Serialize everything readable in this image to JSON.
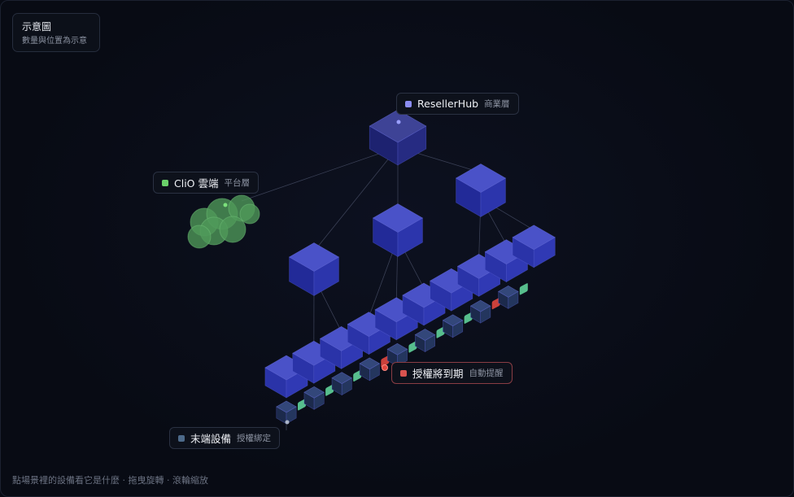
{
  "legend": {
    "title": "示意圖",
    "subtitle": "數量與位置為示意"
  },
  "labels": {
    "reseller": {
      "name": "ResellerHub",
      "role": "商業層",
      "color": "#8b8cf0"
    },
    "cloud": {
      "name": "CliO 雲端",
      "role": "平台層",
      "color": "#6ad06a"
    },
    "expiry": {
      "name": "授權將到期",
      "role": "自動提醒",
      "color": "#d9534f"
    },
    "device": {
      "name": "末端設備",
      "role": "授權綁定",
      "color": "#4d6a8a"
    }
  },
  "hint": "點場景裡的設備看它是什麼 · 拖曳旋轉 · 滾輪縮放",
  "colors": {
    "hub_top": "#3a3f8c",
    "hub_face": "#23287a",
    "node_face": "#2a33a8",
    "node_top": "#4a52c8",
    "device_face": "#25355e",
    "license_ok": "#5fd19a",
    "license_expiring": "#e0473f",
    "cloud": "#4f9a5a"
  }
}
